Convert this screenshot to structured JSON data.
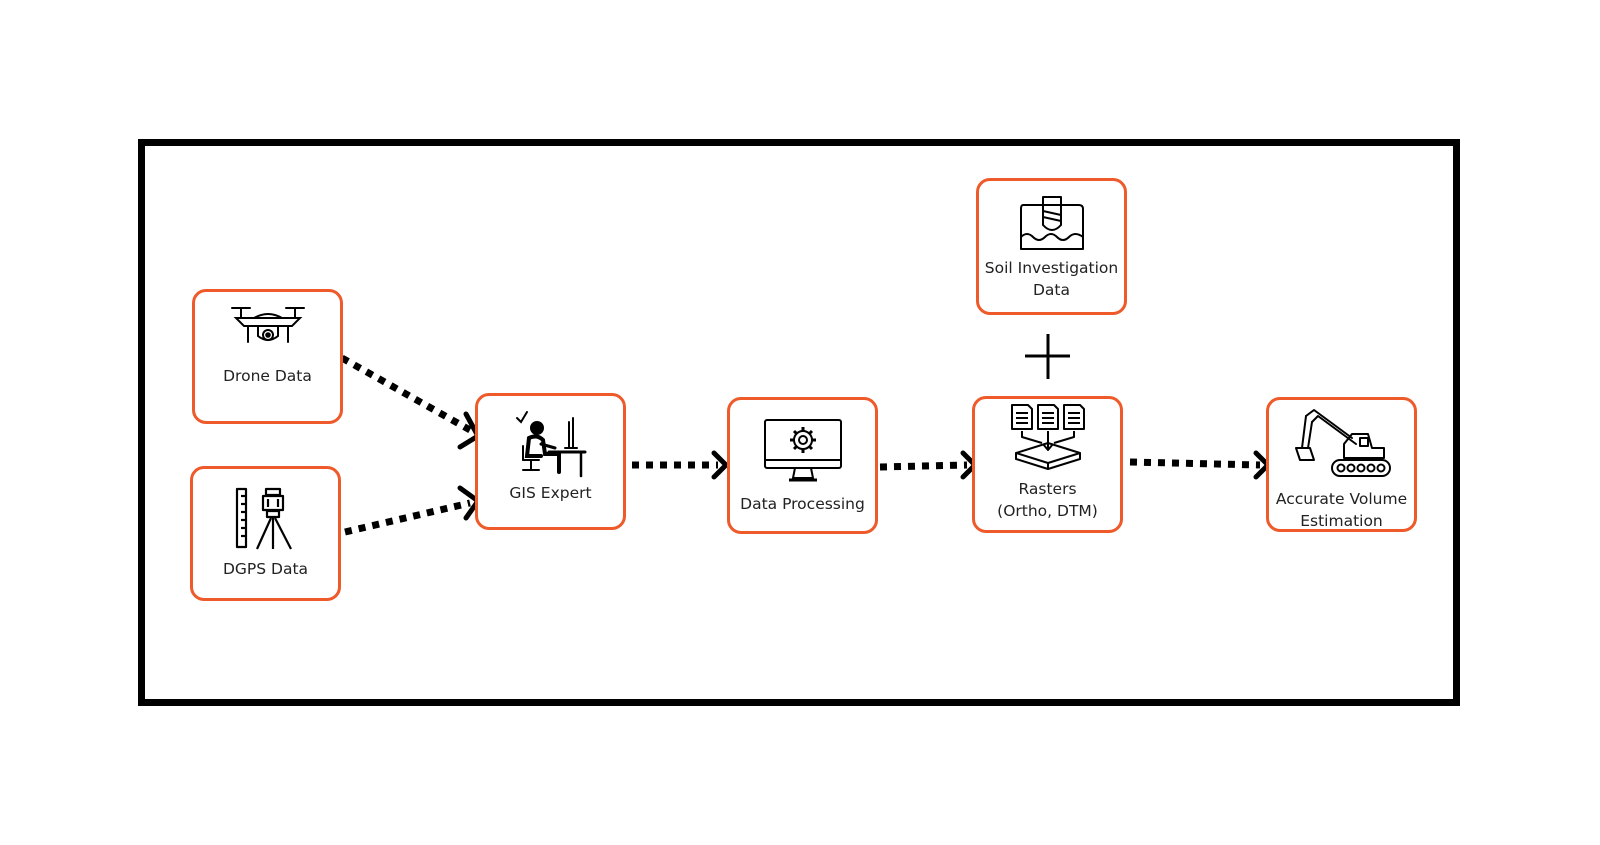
{
  "nodes": {
    "drone": {
      "label": "Drone  Data",
      "icon": "drone-icon"
    },
    "dgps": {
      "label": "DGPS  Data",
      "icon": "survey-instrument-icon"
    },
    "gis": {
      "label": "GIS Expert",
      "icon": "gis-expert-icon"
    },
    "processing": {
      "label": "Data Processing",
      "icon": "monitor-gear-icon"
    },
    "soil": {
      "label": "Soil Investigation\nData",
      "icon": "soil-drill-icon"
    },
    "rasters": {
      "label": "Rasters\n(Ortho, DTM)",
      "icon": "raster-layers-icon"
    },
    "volume": {
      "label": "Accurate Volume\nEstimation",
      "icon": "excavator-icon"
    }
  },
  "connectors": {
    "plus_symbol": "+",
    "style": "dotted-arrow"
  },
  "colors": {
    "node_border": "#ee5a2a",
    "frame": "#000000",
    "arrow": "#000000"
  }
}
